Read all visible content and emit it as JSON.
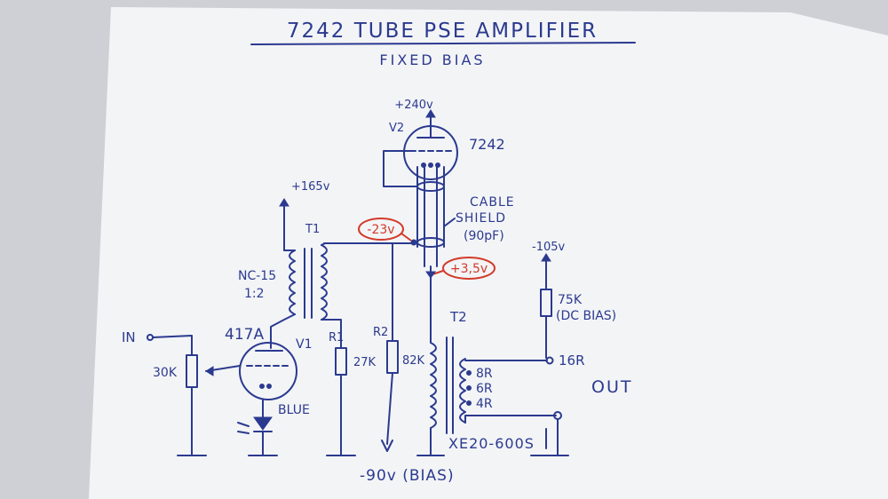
{
  "title": "7242 TUBE PSE AMPLIFIER",
  "subtitle": "FIXED BIAS",
  "labels": {
    "plus240": "+240v",
    "v2": "V2",
    "v2_type": "7242",
    "cable_shield_1": "CABLE",
    "cable_shield_2": "SHIELD",
    "cable_shield_3": "(90pF)",
    "plus165": "+165v",
    "t1": "T1",
    "t1_type": "NC-15",
    "t1_ratio": "1:2",
    "v1_type": "417A",
    "v1": "V1",
    "in": "IN",
    "pot": "30K",
    "led": "BLUE",
    "r1": "R1",
    "r1_val": "27K",
    "r2": "R2",
    "r2_val": "82K",
    "bias_supply": "-90v (BIAS)",
    "t2": "T2",
    "t2_type": "XE20-600S",
    "tap_8": "8R",
    "tap_6": "6R",
    "tap_4": "4R",
    "tap_16": "16R",
    "out": "OUT",
    "minus105": "-105v",
    "r75_val": "75K",
    "r75_note": "(DC BIAS)",
    "grid_voltage": "-23v",
    "cathode_voltage": "+3,5v"
  },
  "colors": {
    "ink": "#2b3a8f",
    "annotation": "#d23a2a",
    "paper": "#f4f5f7"
  }
}
